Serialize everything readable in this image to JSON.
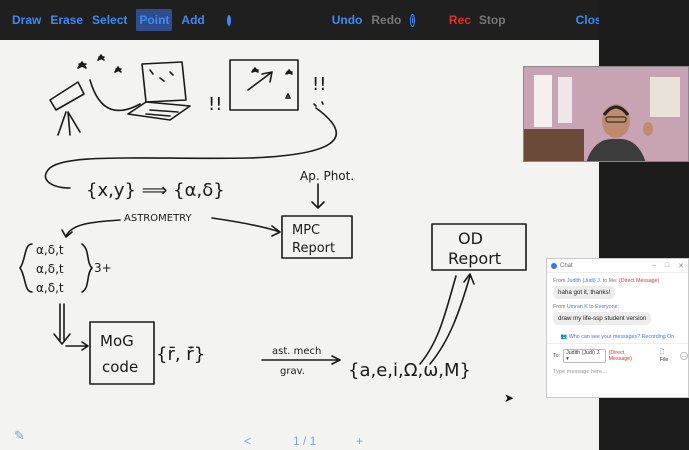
{
  "toolbar": {
    "draw": "Draw",
    "erase": "Erase",
    "select": "Select",
    "point": "Point",
    "add": "Add",
    "undo": "Undo",
    "redo": "Redo",
    "rec": "Rec",
    "stop": "Stop",
    "close": "Close",
    "colors": [
      "#3b8bf7",
      "#2b5ff0",
      "#e0312f",
      "#f0d400"
    ]
  },
  "board": {
    "lines": [
      "{x,y} ⟹ {α,δ}",
      "Ap. Phot.",
      "ASTROMETRY",
      "MPC",
      "Report",
      "OD",
      "Report",
      "α,δ,t",
      "α,δ,t",
      "α,δ,t",
      "3+",
      "MoG",
      "code",
      "{r̄, r̄̇}",
      "ast. mech",
      "grav.",
      "{a,e,i,Ω,ω,M}"
    ]
  },
  "pager": {
    "prev": "<",
    "page": "1 / 1",
    "add": "+"
  },
  "chat": {
    "title": "Chat",
    "msg1_from": "From",
    "msg1_sender": "Judith (Judi) J.",
    "msg1_to": "to Me:",
    "msg1_flag": "(Direct Message)",
    "msg1_text": "haha got it, thanks!",
    "msg2_from": "From",
    "msg2_sender": "Umran K",
    "msg2_to": "to",
    "msg2_target": "Everyone:",
    "msg2_text": "draw my life-ssp student version",
    "notice": "Who can see your messages? Recording On",
    "to_label": "To:",
    "to_value": "Judith (Judi) J.",
    "to_flag": "(Direct Message)",
    "file": "File",
    "placeholder": "Type message here..."
  }
}
